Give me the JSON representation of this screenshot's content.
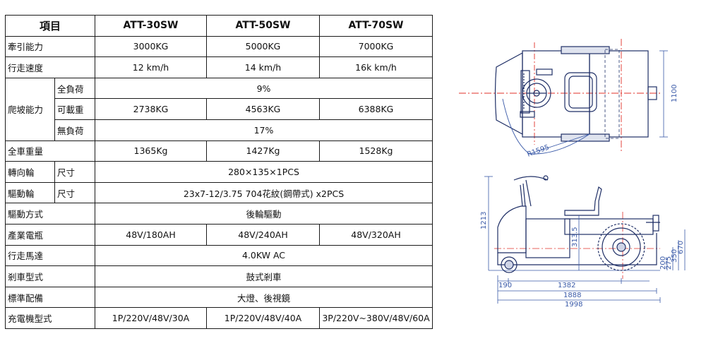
{
  "table": {
    "header": [
      "項目",
      "ATT-30SW",
      "ATT-50SW",
      "ATT-70SW"
    ],
    "rows": {
      "traction": {
        "label": "牽引能力",
        "values": [
          "3000KG",
          "5000KG",
          "7000KG"
        ]
      },
      "speed": {
        "label": "行走速度",
        "values": [
          "12 km/h",
          "14 km/h",
          "16k km/h"
        ]
      },
      "climb": {
        "label": "爬坡能力",
        "full_load": {
          "label": "全負荷",
          "value": "9%"
        },
        "loadable": {
          "label": "可載重",
          "values": [
            "2738KG",
            "4563KG",
            "6388KG"
          ]
        },
        "no_load": {
          "label": "無負荷",
          "value": "17%"
        }
      },
      "weight": {
        "label": "全車重量",
        "values": [
          "1365Kg",
          "1427Kg",
          "1528Kg"
        ]
      },
      "steer_wheel": {
        "label": "轉向輪",
        "sub": "尺寸",
        "value": "280×135×1PCS"
      },
      "drive_wheel": {
        "label": "驅動輪",
        "sub": "尺寸",
        "value": "23x7-12/3.75 704花紋(鋼帶式) x2PCS"
      },
      "drive_mode": {
        "label": "驅動方式",
        "value": "後輪驅動"
      },
      "battery": {
        "label": "產業電瓶",
        "values": [
          "48V/180AH",
          "48V/240AH",
          "48V/320AH"
        ]
      },
      "motor": {
        "label": "行走馬達",
        "value": "4.0KW AC"
      },
      "brake": {
        "label": "剎車型式",
        "value": "鼓式剎車"
      },
      "standard": {
        "label": "標準配備",
        "value": "大燈、後視鏡"
      },
      "charger": {
        "label": "充電機型式",
        "values": [
          "1P/220V/48V/30A",
          "1P/220V/48V/40A",
          "3P/220V~380V/48V/60A"
        ]
      }
    }
  },
  "drawing": {
    "top_view": {
      "radius": "R1595",
      "width": "1100"
    },
    "side_view": {
      "height": "1213",
      "seat_height": "313.5",
      "h_200": "200",
      "h_275": "275",
      "h_350": "350",
      "h_670": "670",
      "wheelbase_190": "190",
      "l_1382": "1382",
      "l_1888": "1888",
      "l_1998": "1998"
    }
  },
  "colors": {
    "line": "#1f2f66",
    "center": "#e0302a",
    "dim": "#3a5aa8",
    "frame": "#1a1a1a"
  }
}
